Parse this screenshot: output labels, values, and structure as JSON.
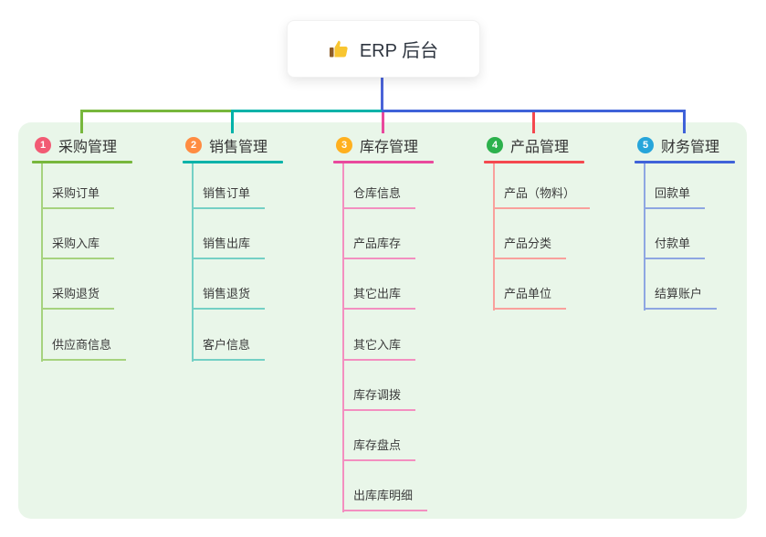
{
  "root": {
    "icon": "thumbs-up-icon",
    "title": "ERP 后台"
  },
  "colors": {
    "panel_bg": "#e9f6e9",
    "root_connector": "#4a63d8",
    "text_dark": "#333333",
    "text_child": "#3b3b3b"
  },
  "branches": [
    {
      "num": "1",
      "title": "采购管理",
      "badge_color": "#f25b74",
      "line_color": "#77b73c",
      "child_line_color": "#a6d37e",
      "children": [
        "采购订单",
        "采购入库",
        "采购退货",
        "供应商信息"
      ]
    },
    {
      "num": "2",
      "title": "销售管理",
      "badge_color": "#ff8c42",
      "line_color": "#00b2a9",
      "child_line_color": "#74d0c5",
      "children": [
        "销售订单",
        "销售出库",
        "销售退货",
        "客户信息"
      ]
    },
    {
      "num": "3",
      "title": "库存管理",
      "badge_color": "#ffb01f",
      "line_color": "#e9499d",
      "child_line_color": "#f38fc0",
      "children": [
        "仓库信息",
        "产品库存",
        "其它出库",
        "其它入库",
        "库存调拨",
        "库存盘点",
        "出库库明细"
      ]
    },
    {
      "num": "4",
      "title": "产品管理",
      "badge_color": "#2cb14c",
      "line_color": "#f4484e",
      "child_line_color": "#f9a09c",
      "children": [
        "产品（物料）",
        "产品分类",
        "产品单位"
      ]
    },
    {
      "num": "5",
      "title": "财务管理",
      "badge_color": "#26a5da",
      "line_color": "#3f62d9",
      "child_line_color": "#8ea6e2",
      "children": [
        "回款单",
        "付款单",
        "结算账户"
      ]
    }
  ]
}
